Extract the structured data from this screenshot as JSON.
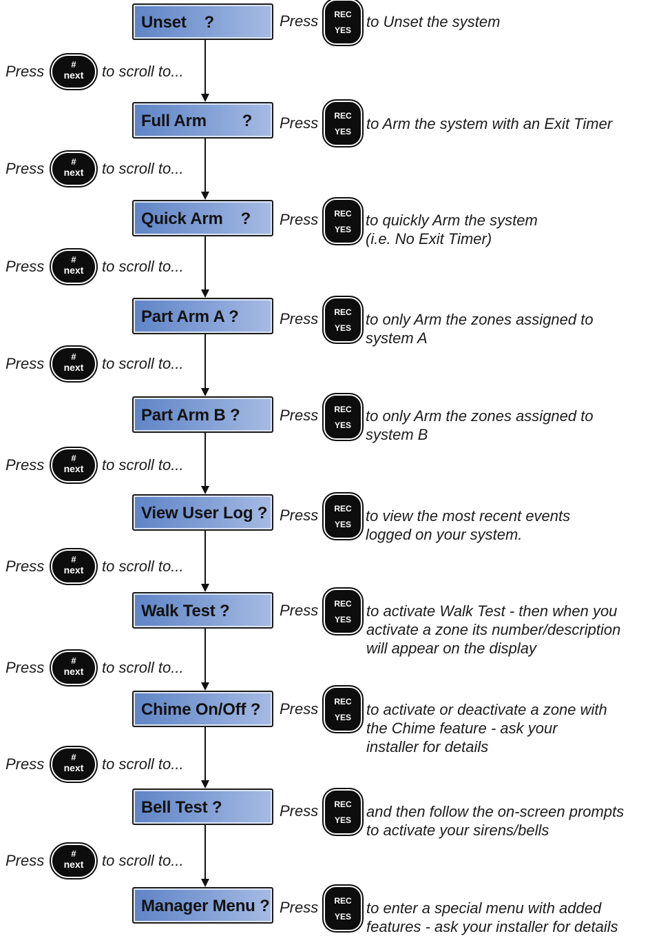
{
  "press_label": "Press",
  "scroll_text": "to scroll to...",
  "key_yes": {
    "top": "REC",
    "bottom": "YES"
  },
  "key_next": {
    "top": "#",
    "bottom": "next"
  },
  "steps": [
    {
      "title": "Unset    ?",
      "desc": [
        "to Unset the system"
      ]
    },
    {
      "title": "Full Arm        ?",
      "desc": [
        "to Arm the system with an Exit Timer"
      ]
    },
    {
      "title": "Quick Arm    ?",
      "desc": [
        "to quickly Arm the system",
        "(i.e. No Exit Timer)"
      ]
    },
    {
      "title": "Part Arm A ?",
      "desc": [
        "to only Arm the zones assigned to",
        "system A"
      ]
    },
    {
      "title": "Part Arm B ?",
      "desc": [
        "to only Arm the zones assigned to",
        "system B"
      ]
    },
    {
      "title": "View User Log ?",
      "desc": [
        "to view the most recent events",
        "logged on your system."
      ]
    },
    {
      "title": "Walk Test ?",
      "desc": [
        "to activate Walk Test - then when you",
        "activate a zone its number/description",
        "will appear on the display"
      ]
    },
    {
      "title": "Chime On/Off ?",
      "desc": [
        "to activate or deactivate a zone with",
        "the Chime feature - ask your",
        "installer for details"
      ]
    },
    {
      "title": "Bell Test ?",
      "desc": [
        "and then follow the on-screen prompts",
        "to activate your sirens/bells"
      ]
    },
    {
      "title": "Manager Menu ?",
      "desc": [
        "to enter a special menu with added",
        "features - ask your installer for details"
      ]
    }
  ]
}
